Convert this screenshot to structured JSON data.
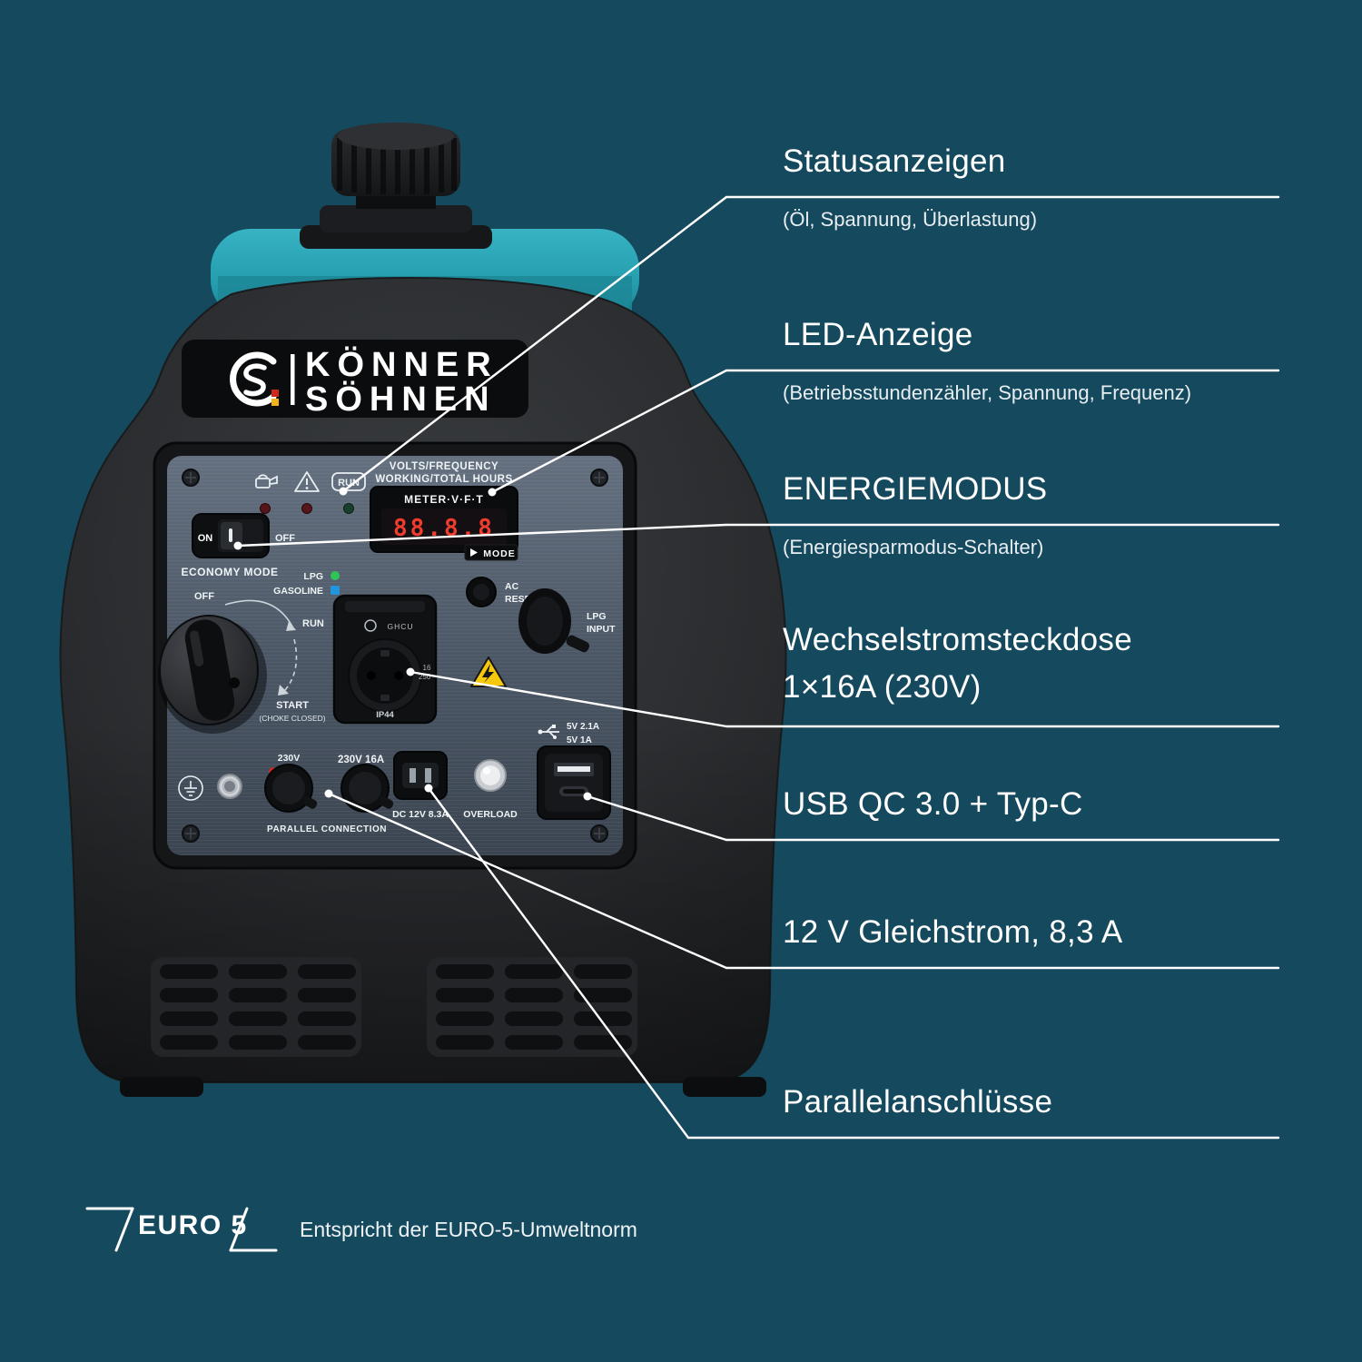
{
  "colors": {
    "background": "#15495E",
    "accent_teal": "#2AA3B4",
    "callout_line": "#FFFFFF",
    "warning_yellow": "#F6C80C",
    "display_red": "#F03C2E",
    "lpg_led_green": "#2EC556",
    "gasoline_led_blue": "#2196DD"
  },
  "callouts": [
    {
      "title": "Statusanzeigen",
      "subtitle": "(Öl, Spannung, Überlastung)"
    },
    {
      "title": "LED-Anzeige",
      "subtitle": "(Betriebsstundenzähler, Spannung, Frequenz)"
    },
    {
      "title": "ENERGIEMODUS",
      "subtitle": "(Energiesparmodus-Schalter)"
    },
    {
      "title": "Wechselstromsteckdose",
      "title2": "1×16A (230V)"
    },
    {
      "title": "USB QC 3.0 + Typ-C"
    },
    {
      "title": "12 V Gleichstrom, 8,3 A"
    },
    {
      "title": "Parallelanschlüsse"
    }
  ],
  "badge": {
    "label": "EURO 5",
    "description": "Entspricht der EURO-5-Umweltnorm"
  },
  "generator": {
    "brand": {
      "line1": "KÖNNER",
      "line2": "SÖHNEN"
    },
    "panel": {
      "headers": {
        "line1": "VOLTS/FREQUENCY",
        "line2": "WORKING/TOTAL HOURS"
      },
      "indicators": {
        "run": "RUN"
      },
      "meter": {
        "brand": "METER·V·F·T",
        "display": "88.8.8",
        "mode": "MODE"
      },
      "economy": {
        "on": "ON",
        "off": "OFF",
        "label": "ECONOMY MODE"
      },
      "fuel": {
        "lpg": "LPG",
        "gasoline": "GASOLINE"
      },
      "choke": {
        "off": "OFF",
        "run": "RUN",
        "start": "START",
        "closed": "(CHOKE CLOSED)"
      },
      "ac_reset": {
        "line1": "AC",
        "line2": "RESET"
      },
      "lpg_input": {
        "line1": "LPG",
        "line2": "INPUT"
      },
      "socket": {
        "brand": "GHCU",
        "rating1": "16",
        "rating2": "250~",
        "ip": "IP44",
        "label": "230V 16A"
      },
      "usb": {
        "rating1": "5V 2.1A",
        "rating2": "5V 1A"
      },
      "dc": {
        "label": "DC 12V 8.3A"
      },
      "overload": {
        "label": "OVERLOAD"
      },
      "parallel": {
        "voltage": "230V",
        "label": "PARALLEL CONNECTION"
      }
    }
  }
}
